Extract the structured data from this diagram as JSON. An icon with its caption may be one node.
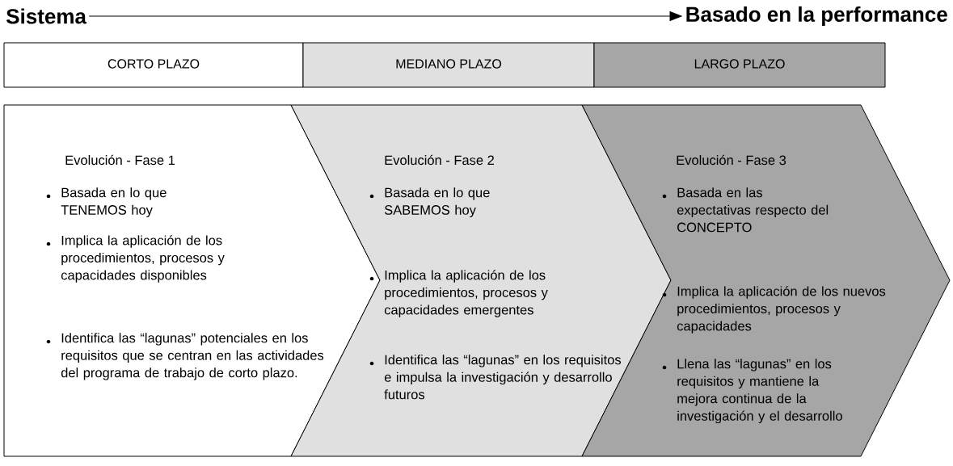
{
  "diagram": {
    "nodes": [
      {
        "text": [
          "Sistema"
        ]
      },
      {
        "text": [
          "Basado en la performance"
        ]
      },
      {
        "text": [
          "CORTO PLAZO"
        ]
      },
      {
        "text": [
          "MEDIANO PLAZO"
        ]
      },
      {
        "text": [
          "LARGO PLAZO"
        ]
      },
      {
        "text": [
          "Evolución - Fase 1",
          "Basada en lo que TENEMOS hoy",
          "Implica la aplicación de los procedimientos, procesos y capacidades disponibles",
          "Identifica  las “lagunas” potenciales en los requisitos que se centran en las actividades del programa de trabajo de corto plazo."
        ]
      },
      {
        "text": [
          "Evolución - Fase 2",
          "Basada en lo que SABEMOS hoy",
          "Implica la aplicación de los procedimientos, procesos y capacidades emergentes",
          "Identifica las “lagunas” en los requisitos e impulsa la investigación y desarrollo futuros"
        ]
      },
      {
        "text": [
          "Evolución - Fase 3",
          "Basada en las expectativas respecto del  CONCEPTO",
          "Implica la aplicación de los nuevos procedimientos, procesos y capacidades",
          "Llena las “lagunas” en los requisitos y mantiene la mejora continua de la investigación y el desarrollo"
        ]
      }
    ],
    "edges": [
      {
        "from": 0,
        "to": 1,
        "arrow": "to"
      }
    ]
  }
}
